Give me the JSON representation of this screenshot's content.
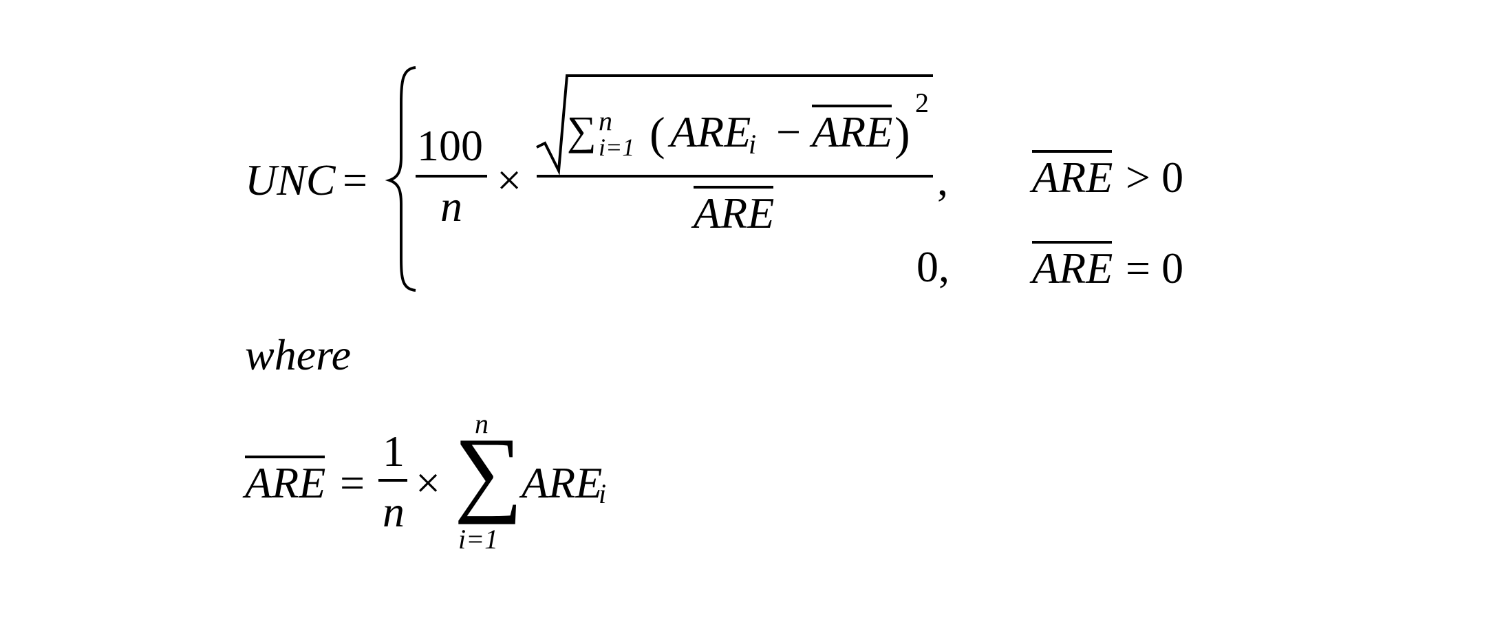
{
  "equation1": {
    "lhs": "UNC",
    "equals": "=",
    "coef_numerator": "100",
    "coef_denominator": "n",
    "times": "×",
    "sum_symbol": "∑",
    "sum_upper": "n",
    "sum_lower": "i=1",
    "paren_open": "(",
    "term": "ARE",
    "term_subscript": "i",
    "minus": "−",
    "mean": "ARE",
    "paren_close": ")",
    "exponent": "2",
    "denominator_mean": "ARE",
    "comma1": ",",
    "case1_condition_var": "ARE",
    "case1_condition_rel": "> 0",
    "case2_value": "0,",
    "case2_condition_var": "ARE",
    "case2_condition_rel": "= 0"
  },
  "connector": "where",
  "equation2": {
    "lhs": "ARE",
    "equals": "=",
    "coef_numerator": "1",
    "coef_denominator": "n",
    "times": "×",
    "sum_symbol": "∑",
    "sum_upper": "n",
    "sum_lower": "i=1",
    "term": "ARE",
    "term_subscript": "i"
  }
}
